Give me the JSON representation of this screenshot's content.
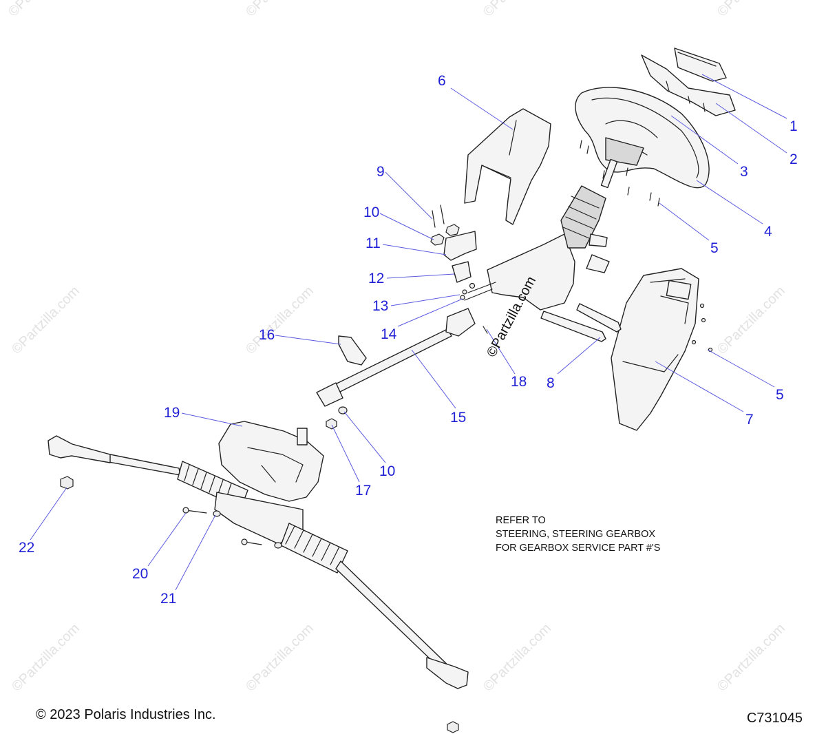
{
  "watermark": "©Partzilla.com",
  "center_watermark": "©Partzilla.com",
  "callouts": [
    {
      "id": "c1",
      "label": "1"
    },
    {
      "id": "c2",
      "label": "2"
    },
    {
      "id": "c3",
      "label": "3"
    },
    {
      "id": "c4",
      "label": "4"
    },
    {
      "id": "c5a",
      "label": "5"
    },
    {
      "id": "c5b",
      "label": "5"
    },
    {
      "id": "c6",
      "label": "6"
    },
    {
      "id": "c7",
      "label": "7"
    },
    {
      "id": "c8",
      "label": "8"
    },
    {
      "id": "c9",
      "label": "9"
    },
    {
      "id": "c10a",
      "label": "10"
    },
    {
      "id": "c10b",
      "label": "10"
    },
    {
      "id": "c11",
      "label": "11"
    },
    {
      "id": "c12",
      "label": "12"
    },
    {
      "id": "c13",
      "label": "13"
    },
    {
      "id": "c14",
      "label": "14"
    },
    {
      "id": "c15",
      "label": "15"
    },
    {
      "id": "c16",
      "label": "16"
    },
    {
      "id": "c17",
      "label": "17"
    },
    {
      "id": "c18",
      "label": "18"
    },
    {
      "id": "c19",
      "label": "19"
    },
    {
      "id": "c20",
      "label": "20"
    },
    {
      "id": "c21",
      "label": "21"
    },
    {
      "id": "c22",
      "label": "22"
    }
  ],
  "note": {
    "line1": "REFER TO",
    "line2": "STEERING, STEERING GEARBOX",
    "line3": "FOR GEARBOX SERVICE PART #'S"
  },
  "footer": {
    "copyright": "© 2023 Polaris Industries Inc.",
    "diagram_code": "C731045"
  },
  "colors": {
    "callout": "#1f1fd6",
    "leader": "#5a5ae0",
    "line_art": "#222222"
  }
}
